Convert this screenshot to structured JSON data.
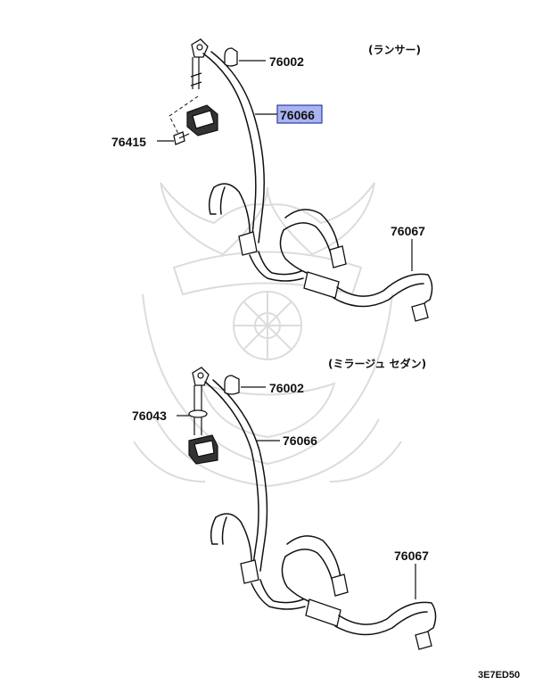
{
  "groups": [
    {
      "title": "(ランサー)",
      "callouts": {
        "cover": "76002",
        "belt": "76066",
        "bolt": "76415",
        "buckle": "76067"
      },
      "highlighted": "76066"
    },
    {
      "title": "(ミラージュ セダン)",
      "callouts": {
        "cover": "76002",
        "anchor": "76043",
        "belt": "76066",
        "buckle": "76067"
      }
    }
  ],
  "reference_code": "3E7ED50",
  "colors": {
    "highlight_fill": "#aab4f2",
    "highlight_border": "#2d3aa8",
    "line": "#111111",
    "watermark": "#dcdcdc"
  },
  "watermark_icon": "samurai-helmet-crest-icon"
}
